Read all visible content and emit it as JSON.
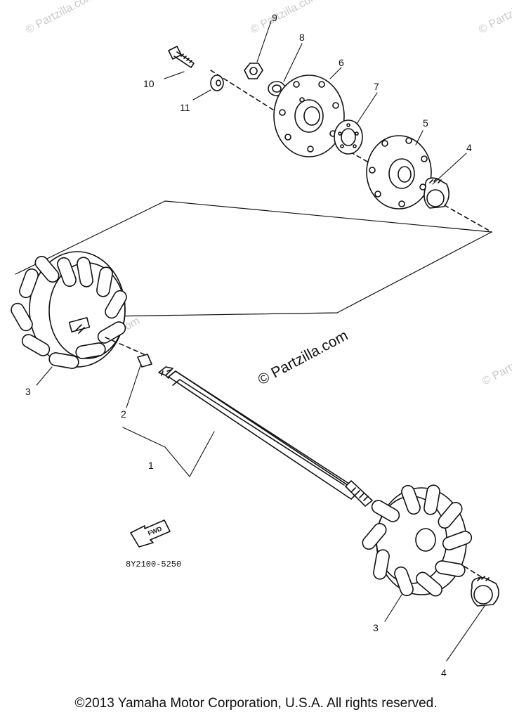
{
  "watermark": {
    "main": "© Partzilla.com",
    "faint": "© Partzilla.com"
  },
  "callouts": [
    "1",
    "2",
    "3",
    "3",
    "4",
    "4",
    "5",
    "6",
    "7",
    "8",
    "9",
    "10",
    "11"
  ],
  "fwd_label": "FWD",
  "ref_code": "8Y2100-5250",
  "copyright": "©2013  Yamaha Motor Corporation, U.S.A. All rights reserved."
}
